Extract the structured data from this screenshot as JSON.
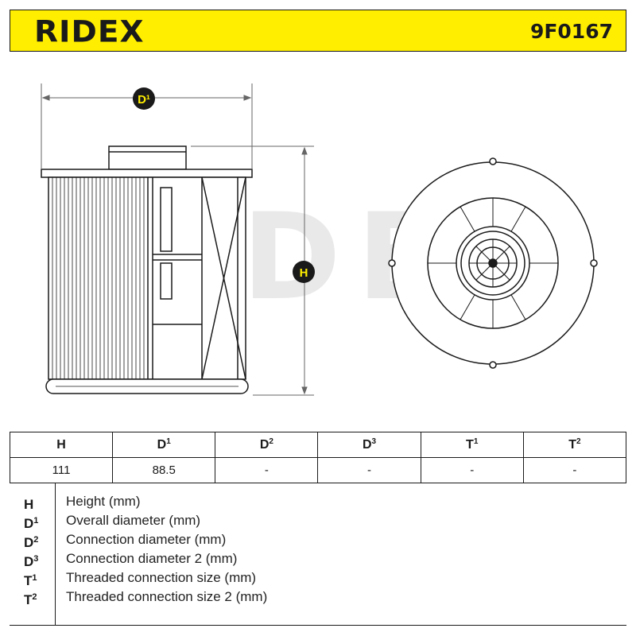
{
  "header": {
    "brand": "RIDEX",
    "part_number": "9F0167",
    "background_color": "#ffee00"
  },
  "drawing": {
    "label_d1": "D¹",
    "label_h": "H",
    "watermark": "RIDEX"
  },
  "table": {
    "headers": [
      {
        "base": "H",
        "sup": ""
      },
      {
        "base": "D",
        "sup": "1"
      },
      {
        "base": "D",
        "sup": "2"
      },
      {
        "base": "D",
        "sup": "3"
      },
      {
        "base": "T",
        "sup": "1"
      },
      {
        "base": "T",
        "sup": "2"
      }
    ],
    "values": [
      "111",
      "88.5",
      "-",
      "-",
      "-",
      "-"
    ]
  },
  "legend": [
    {
      "base": "H",
      "sup": "",
      "text": "Height (mm)"
    },
    {
      "base": "D",
      "sup": "1",
      "text": "Overall diameter (mm)"
    },
    {
      "base": "D",
      "sup": "2",
      "text": "Connection diameter (mm)"
    },
    {
      "base": "D",
      "sup": "3",
      "text": "Connection diameter 2 (mm)"
    },
    {
      "base": "T",
      "sup": "1",
      "text": "Threaded connection size (mm)"
    },
    {
      "base": "T",
      "sup": "2",
      "text": "Threaded connection size 2 (mm)"
    }
  ]
}
